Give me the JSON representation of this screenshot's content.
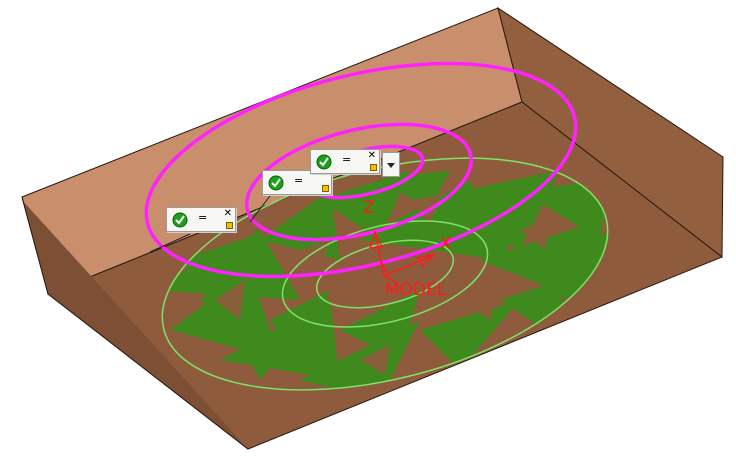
{
  "colors": {
    "block_top": "#c98f6c",
    "block_front": "#8f5b3d",
    "block_side": "#8a5a3e",
    "edge": "#2a1a10",
    "mesh_fill": "#3e8a1c",
    "mesh_edge": "#7fe36a",
    "boundary": "#ff22ff",
    "triad": "#ff1a1a",
    "check_green": "#1aa21a"
  },
  "triad": {
    "z_label": "Z",
    "x_label": "X",
    "model_label": "MODEL"
  },
  "tags": [
    {
      "eq": "=",
      "icon": "green-check-icon"
    },
    {
      "eq": "=",
      "icon": "green-check-icon"
    },
    {
      "eq": "=",
      "icon": "green-check-icon"
    }
  ]
}
